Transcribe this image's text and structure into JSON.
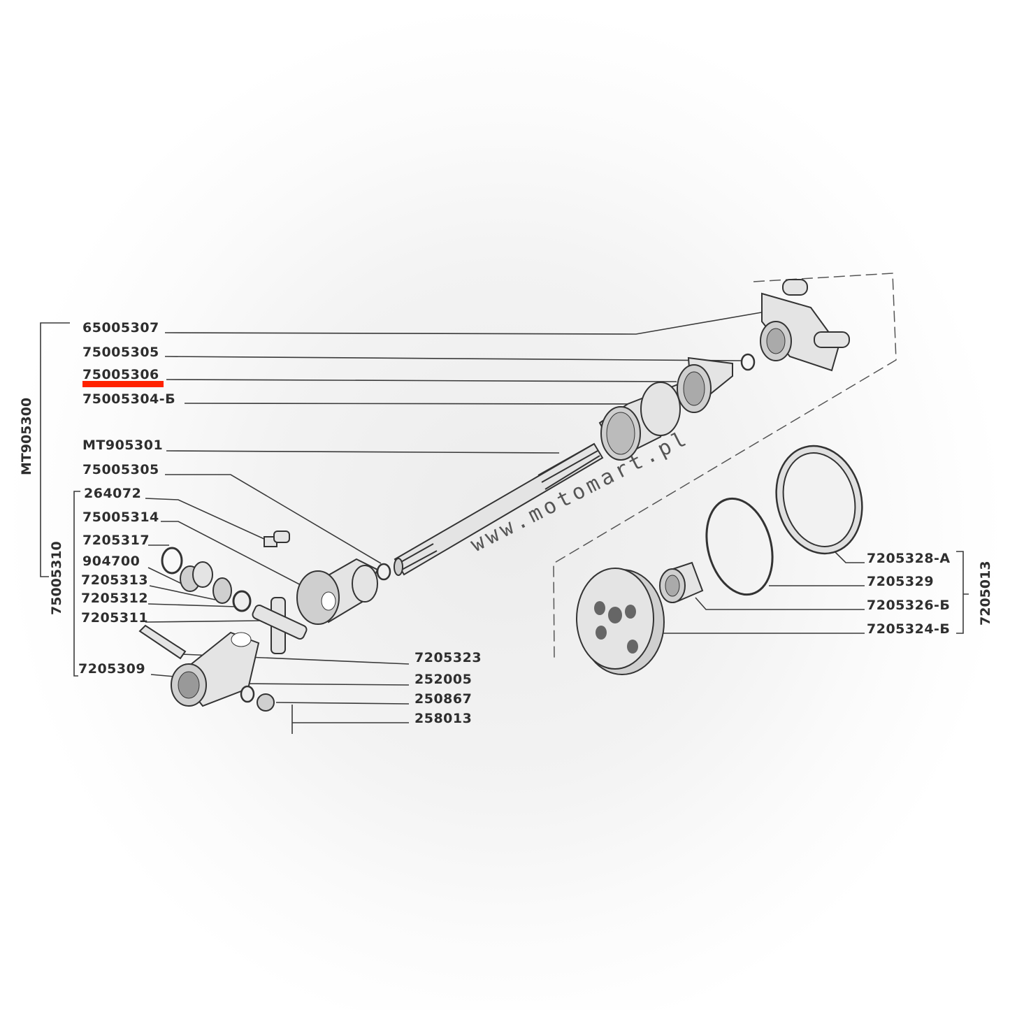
{
  "watermark": "www.motomart.pl",
  "highlight_color": "#ff2200",
  "groups": {
    "assembly_main": "MT905300",
    "assembly_joint": "75005310",
    "assembly_pulley": "7205013"
  },
  "left_labels": [
    "65005307",
    "75005305",
    "75005306",
    "75005304-Б",
    "MT905301",
    "75005305",
    "264072",
    "75005314",
    "7205317",
    "904700",
    "7205313",
    "7205312",
    "7205311",
    "7205309"
  ],
  "bottom_labels": [
    "7205323",
    "252005",
    "250867",
    "258013"
  ],
  "right_labels": [
    "7205328-A",
    "7205329",
    "7205326-Б",
    "7205324-Б"
  ],
  "highlighted_part": "75005306"
}
